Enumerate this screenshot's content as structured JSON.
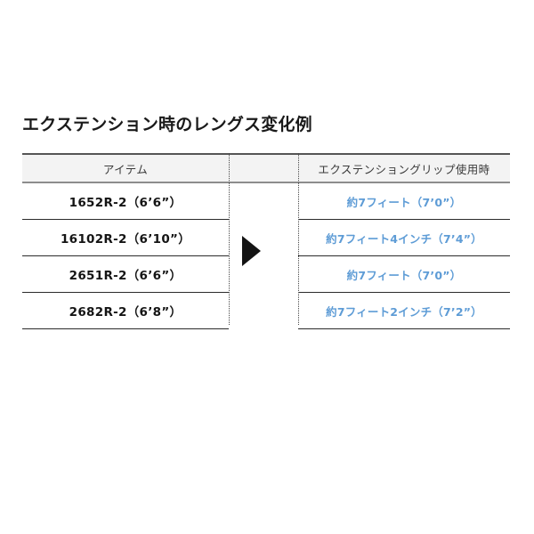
{
  "section": {
    "title": "エクステンション時のレングス変化例"
  },
  "table": {
    "headers": {
      "item": "アイテム",
      "arrow": "",
      "extension": "エクステンショングリップ使用時"
    },
    "rows": [
      {
        "item": "1652R-2（6’6”）",
        "extension": "約7フィート（7’0”）"
      },
      {
        "item": "16102R-2（6’10”）",
        "extension": "約7フィート4インチ（7’4”）"
      },
      {
        "item": "2651R-2（6’6”）",
        "extension": "約7フィート（7’0”）"
      },
      {
        "item": "2682R-2（6’8”）",
        "extension": "約7フィート2インチ（7’2”）"
      }
    ],
    "arrow_icon": "right-triangle-icon",
    "accent_color": "#5e9cd6",
    "header_bg_color": "#f3f3f3",
    "rule_color": "#2b2b2b"
  }
}
